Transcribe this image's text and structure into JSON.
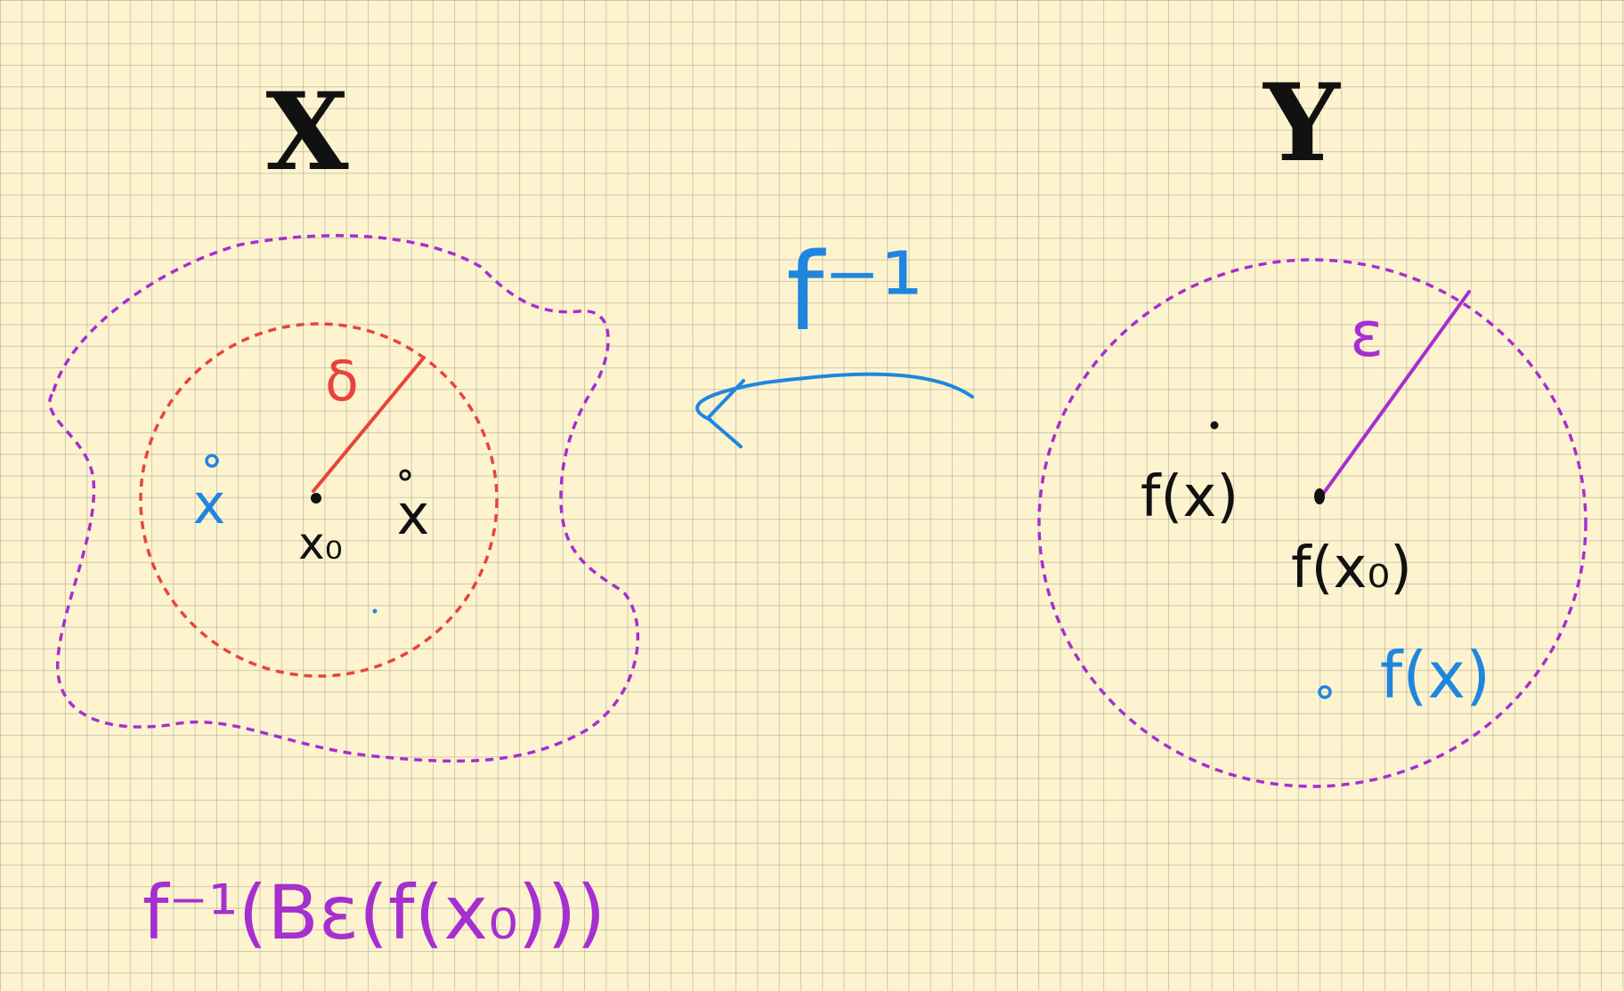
{
  "labels": {
    "space_x": "X",
    "space_y": "Y",
    "inverse_map": "f⁻¹",
    "delta": "δ",
    "epsilon": "ε",
    "x0": "x₀",
    "x_blue": "x",
    "x_black": "x",
    "fx_black": "f(x)",
    "fx0": "f(x₀)",
    "fx_blue": "f(x)",
    "preimage": "f⁻¹(Bε(f(x₀)))"
  },
  "colors": {
    "paper": "#fdf3cf",
    "grid": "#8a8a80",
    "ink": "#111111",
    "blue": "#1f86e0",
    "red": "#e8443a",
    "purple": "#a62fcf"
  }
}
